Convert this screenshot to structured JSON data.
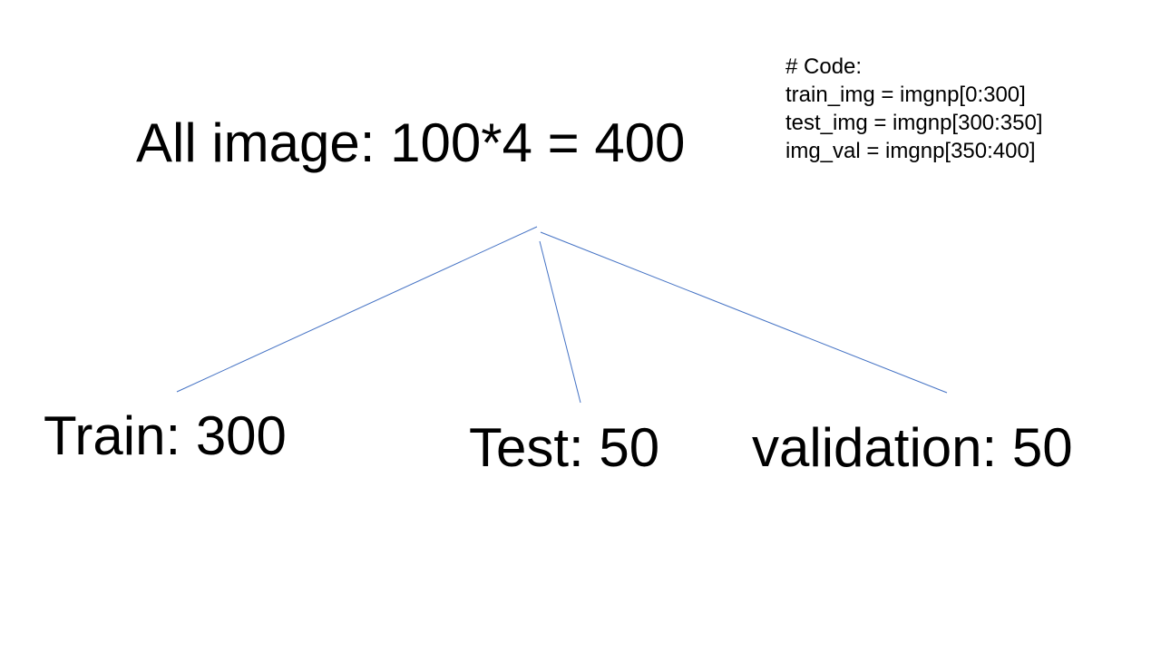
{
  "root": {
    "label": "All image: 100*4 = 400"
  },
  "code": {
    "lines": [
      "# Code:",
      "train_img = imgnp[0:300]",
      "test_img = imgnp[300:350]",
      "img_val = imgnp[350:400]"
    ]
  },
  "leaves": [
    {
      "label": "Train: 300"
    },
    {
      "label": "Test: 50"
    },
    {
      "label": "validation: 50"
    }
  ],
  "colors": {
    "connector": "#4472c4",
    "text": "#000000",
    "background": "#ffffff"
  }
}
